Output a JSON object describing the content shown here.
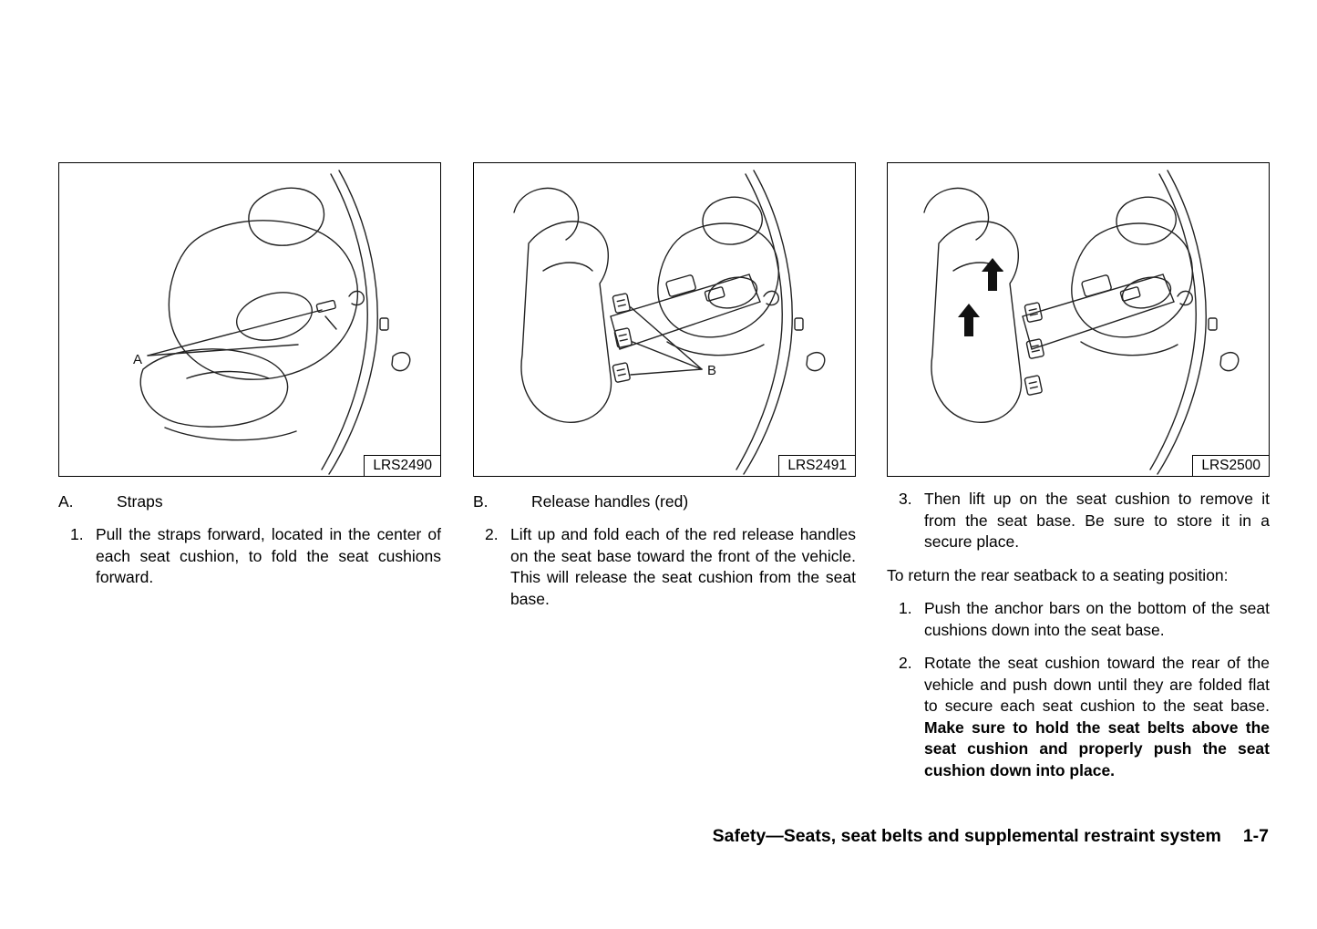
{
  "page": {
    "footer_title": "Safety—Seats, seat belts and supplemental restraint system",
    "footer_page": "1-7"
  },
  "figures": [
    {
      "code": "LRS2490",
      "callout": "A"
    },
    {
      "code": "LRS2491",
      "callout": "B"
    },
    {
      "code": "LRS2500",
      "callout": ""
    }
  ],
  "columns": {
    "col1": {
      "label_letter": "A.",
      "label_text": "Straps",
      "steps": [
        {
          "num": "1.",
          "text": "Pull the straps forward, located in the center of each seat cushion, to fold the seat cushions forward.",
          "bold": ""
        }
      ]
    },
    "col2": {
      "label_letter": "B.",
      "label_text": "Release handles (red)",
      "steps": [
        {
          "num": "2.",
          "text": "Lift up and fold each of the red release handles on the seat base toward the front of the vehicle. This will release the seat cushion from the seat base.",
          "bold": ""
        }
      ]
    },
    "col3": {
      "steps_top": [
        {
          "num": "3.",
          "text": "Then lift up on the seat cushion to remove it from the seat base. Be sure to store it in a secure place.",
          "bold": ""
        }
      ],
      "intro": "To return the rear seatback to a seating position:",
      "steps": [
        {
          "num": "1.",
          "text": "Push the anchor bars on the bottom of the seat cushions down into the seat base.",
          "bold": ""
        },
        {
          "num": "2.",
          "text": "Rotate the seat cushion toward the rear of the vehicle and push down until they are folded flat to secure each seat cushion to the seat base. ",
          "bold": "Make sure to hold the seat belts above the seat cushion and properly push the seat cushion down into place."
        }
      ]
    }
  }
}
